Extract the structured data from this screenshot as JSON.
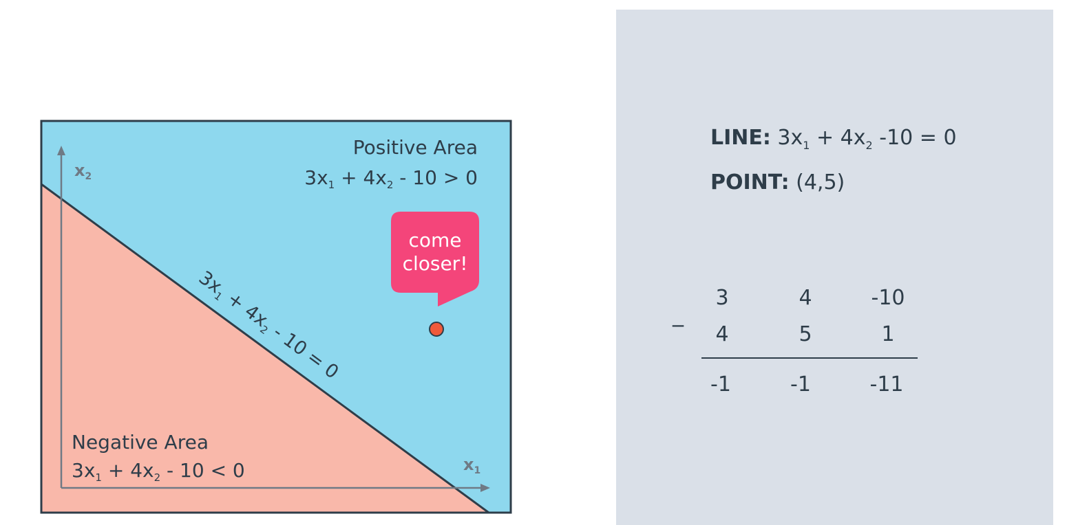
{
  "diagram": {
    "positive_title": "Positive Area",
    "positive_eq": {
      "a": "3x",
      "s1": "1",
      "b": " + 4x",
      "s2": "2",
      "c": " - 10 > 0"
    },
    "negative_title": "Negative Area",
    "negative_eq": {
      "a": "3x",
      "s1": "1",
      "b": " + 4x",
      "s2": "2",
      "c": " - 10 < 0"
    },
    "line_eq": {
      "a": "3x",
      "s1": "1",
      "b": " + 4x",
      "s2": "2",
      "c": " - 10 = 0"
    },
    "x1_axis": {
      "base": "x",
      "sub": "1"
    },
    "x2_axis": {
      "base": "x",
      "sub": "2"
    },
    "callout": {
      "line1": "come",
      "line2": "closer!"
    },
    "colors": {
      "positive_region": "#8ed8ee",
      "negative_region": "#f9b8aa",
      "boundary": "#2e3d49",
      "axis": "#6f7a85",
      "callout": "#f4457a",
      "point": "#f05a3b"
    }
  },
  "panel": {
    "line_label": "LINE:",
    "line_value": {
      "a": " 3x",
      "s1": "1",
      "b": " + 4x",
      "s2": "2",
      "c": " -10 = 0"
    },
    "point_label": "POINT:",
    "point_value": " (4,5)",
    "operator": "_",
    "row1": [
      "3",
      "4",
      "-10"
    ],
    "row2": [
      "4",
      "5",
      "1"
    ],
    "result": [
      "-1",
      "-1",
      "-11"
    ]
  }
}
